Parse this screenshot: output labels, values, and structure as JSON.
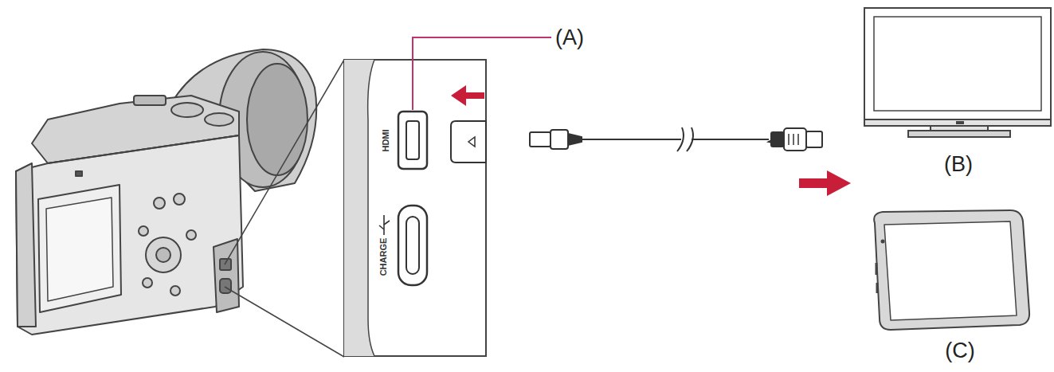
{
  "diagram": {
    "labels": [
      "(A)",
      "HDMI",
      "CHARGE",
      "(B)",
      "(C)"
    ]
  }
}
